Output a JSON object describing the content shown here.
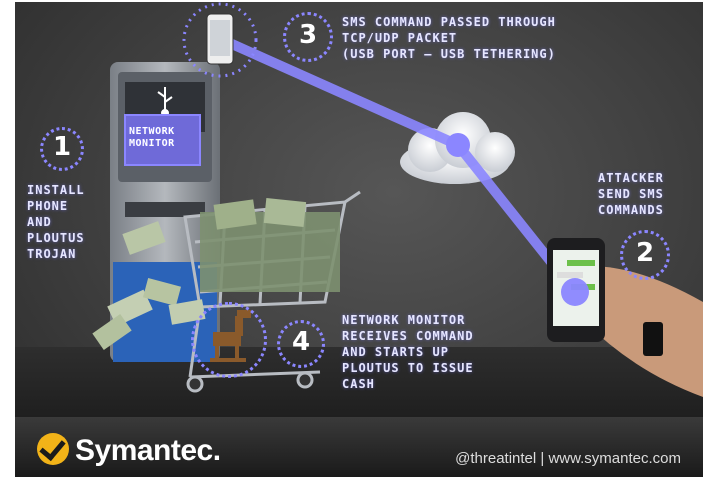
{
  "labels": {
    "step1": [
      "INSTALL",
      "PHONE",
      "AND",
      "PLOUTUS",
      "TROJAN"
    ],
    "step2": [
      "ATTACKER",
      "SEND SMS",
      "COMMANDS"
    ],
    "step3": [
      "SMS COMMAND PASSED THROUGH",
      "TCP/UDP PACKET",
      "(USB PORT — USB TETHERING)"
    ],
    "step4": [
      "NETWORK MONITOR",
      "RECEIVES COMMAND",
      "AND STARTS UP",
      "PLOUTUS TO ISSUE",
      "CASH"
    ],
    "device": [
      "NETWORK",
      "MONITOR"
    ]
  },
  "steps": {
    "n1": "1",
    "n2": "2",
    "n3": "3",
    "n4": "4"
  },
  "footer": {
    "brand": "Symantec.",
    "credit": "@threatintel  |  www.symantec.com"
  },
  "colors": {
    "accent": "#7b78ff",
    "brand_yellow": "#f2b318"
  },
  "icons": [
    "usb-icon",
    "phone-icon",
    "cloud-icon",
    "cash-icon",
    "trojan-horse-icon",
    "checkmark-icon"
  ]
}
